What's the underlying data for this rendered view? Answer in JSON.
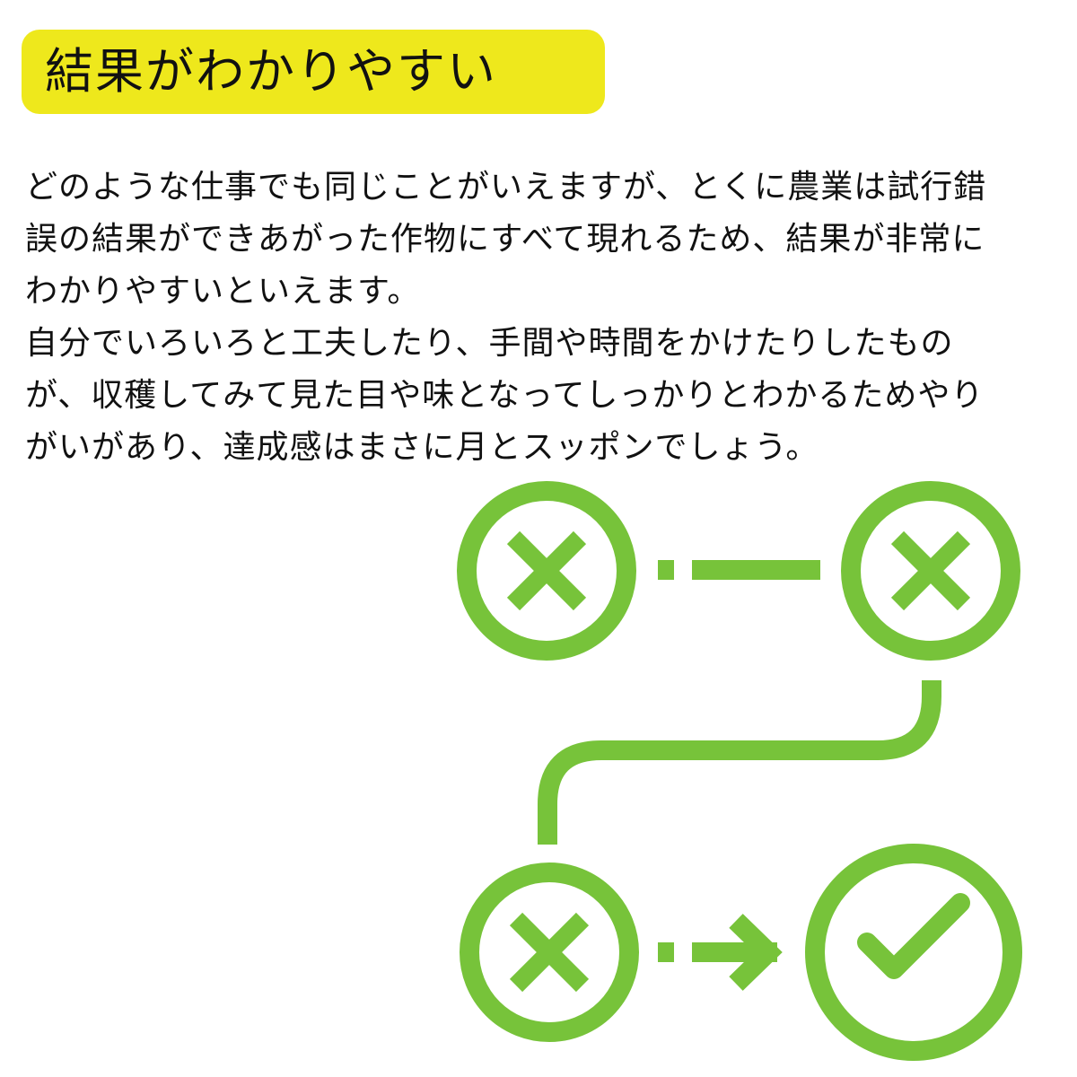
{
  "title": "結果がわかりやすい",
  "paragraphs": [
    "どのような仕事でも同じことがいえますが、とくに農業は試行錯",
    "誤の結果ができあがった作物にすべて現れるため、結果が非常に",
    "わかりやすいといえます。",
    "自分でいろいろと工夫したり、手間や時間をかけたりしたもの",
    "が、収穫してみて見た目や味となってしっかりとわかるためやり",
    "がいがあり、達成感はまさに月とスッポンでしょう。"
  ],
  "colors": {
    "title_background": "#eee81c",
    "accent": "#77c33a",
    "text": "#111111"
  },
  "icons": [
    "x-circle-icon",
    "x-circle-icon",
    "x-circle-icon",
    "check-circle-icon",
    "arrow-right-icon"
  ]
}
